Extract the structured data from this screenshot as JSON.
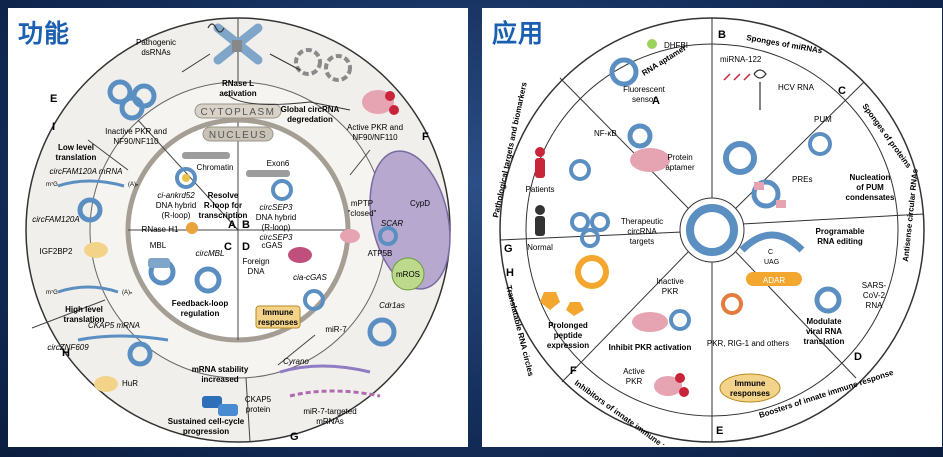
{
  "left": {
    "corner_title": "功能",
    "cytoplasm": "CYTOPLASM",
    "nucleus": "NUCLEUS",
    "pathogenic": [
      "Pathogenic",
      "dsRNAs"
    ],
    "rnasel": [
      "RNase L",
      "activation"
    ],
    "global_deg": [
      "Global circRNA",
      "degredation"
    ],
    "inactive_pkr": [
      "Inactive PKR and",
      "NF90/NF110"
    ],
    "active_pkr": [
      "Active PKR and",
      "NF90/NF110"
    ],
    "chromatin": "Chromatin",
    "exon6": "Exon6",
    "ci_ankrd52": "ci-ankrd52",
    "dna_hybrid": [
      "DNA hybrid",
      "(R-loop)"
    ],
    "rnase_h1": "RNase H1",
    "resolve": [
      "Resolve",
      "R-loop for",
      "transcription"
    ],
    "circsep3": "circSEP3",
    "sep3_hybrid": [
      "circSEP3",
      "DNA hybrid",
      "(R-loop)"
    ],
    "label_A": "A",
    "label_B": "B",
    "label_C": "C",
    "label_D": "D",
    "label_E": "E",
    "label_F": "F",
    "label_G": "G",
    "label_H": "H",
    "label_I": "I",
    "mbl": "MBL",
    "circmbl": "circMBL",
    "feedback": [
      "Feedback-loop",
      "regulation"
    ],
    "cgas": "cGAS",
    "foreign": [
      "Foreign",
      "DNA"
    ],
    "cia_cgas": "cia-cGAS",
    "immune": [
      "Immune",
      "responses"
    ],
    "mptp": [
      "mPTP",
      "\"closed\""
    ],
    "cypd": "CypD",
    "scar": "SCAR",
    "atp5b": "ATP5B",
    "mros": "mROS",
    "low_level": [
      "Low level",
      "translation"
    ],
    "circfam_mrna": "circFAM120A mRNA",
    "m7g": "m⁷G",
    "poly_a": "(A)ₙ",
    "circfam": "circFAM120A",
    "igf2bp2": "IGF2BP2",
    "high_level": [
      "High level",
      "translation"
    ],
    "mir7": "miR-7",
    "cdr1as": "Cdr1as",
    "cyrano": "Cyrano",
    "mir7_targeted": [
      "miR-7-targeted",
      "mRNAs"
    ],
    "ckap5_mrna": "CKAP5 mRNA",
    "circznf": "circZNF609",
    "mrna_stab": [
      "mRNA stability",
      "increased"
    ],
    "hur": "HuR",
    "ckap5_protein": [
      "CKAP5",
      "protein"
    ],
    "sustained": [
      "Sustained cell-cycle",
      "progression"
    ]
  },
  "right": {
    "corner_title": "应用",
    "label_A": "A",
    "label_B": "B",
    "label_C": "C",
    "label_D": "D",
    "label_E": "E",
    "label_F": "F",
    "label_G": "G",
    "label_H": "H",
    "rna_aptamer": "RNA aptamer",
    "dhfbi": "DHFBI",
    "fluorescent": [
      "Fluorescent",
      "sensor"
    ],
    "nfkb": "NF-κB",
    "protein_aptamer": [
      "Protein",
      "aptamer"
    ],
    "sponges_mirna": "Sponges of miRNAs",
    "mirna122": "miRNA-122",
    "hcv": "HCV RNA",
    "sponges_proteins": "Sponges of proteins",
    "pum": "PUM",
    "pres": "PREs",
    "nucleation": [
      "Nucleation",
      "of PUM",
      "condensates"
    ],
    "antisense": "Antisense circular RNAs",
    "prog_editing": [
      "Programable",
      "RNA editing"
    ],
    "adar": "ADAR",
    "sars": [
      "SARS-",
      "CoV-2",
      "RNA"
    ],
    "modulate": [
      "Modulate",
      "viral RNA",
      "translation"
    ],
    "boosters": "Boosters of innate immune response",
    "pkr_rig": "PKR, RIG-1 and others",
    "immune": [
      "Immune",
      "responses"
    ],
    "inhibitors": "Inhibitors of innate immune response",
    "inactive_pkr": [
      "Inactive",
      "PKR"
    ],
    "inhibit_pkr": "Inhibit PKR activation",
    "active_pkr": [
      "Active",
      "PKR"
    ],
    "translatable": "Translatable RNA circles",
    "prolonged": [
      "Prolonged",
      "peptide",
      "expression"
    ],
    "pathological": "Pathological targets and biomarkers",
    "patients": "Patients",
    "normal": "Normal",
    "therapeutic": [
      "Therapeutic",
      "circRNA",
      "targets"
    ],
    "codon": [
      "C",
      "UAG"
    ]
  }
}
